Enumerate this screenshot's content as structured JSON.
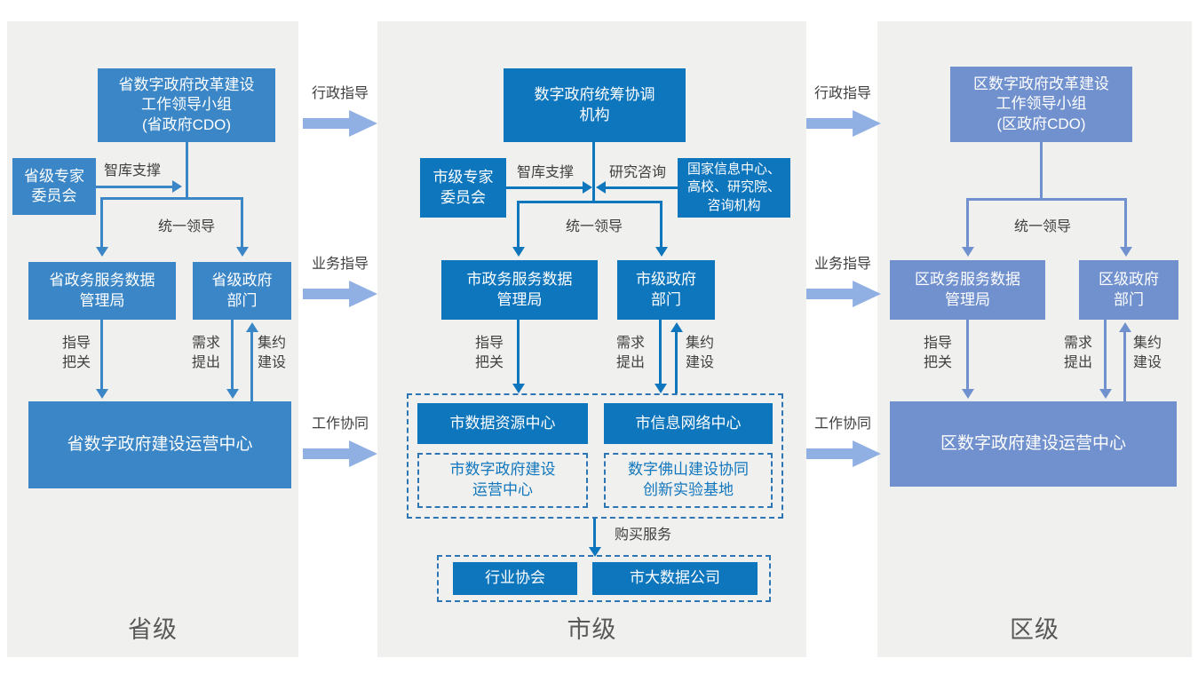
{
  "palette": {
    "mid": "#0E76BD",
    "left": "#3A86C6",
    "right": "#7191CE",
    "gap": "#90B0E4",
    "panel": "#F0F0EE",
    "label": "#404040",
    "bluetext": "#1076BE",
    "dash": "#2E75B6"
  },
  "gap_labels": {
    "admin": "行政指导",
    "business": "业务指导",
    "collab": "工作协同"
  },
  "province": {
    "level_label": "省级",
    "leader": "省数字政府改革建设\n工作领导小组\n(省政府CDO)",
    "expert": "省级专家\n委员会",
    "think_tank": "智库支撑",
    "unified": "统一领导",
    "data_bureau": "省政务服务数据\n管理局",
    "gov_depts": "省级政府\n部门",
    "guide": "指导\n把关",
    "demand": "需求\n提出",
    "intensive": "集约\n建设",
    "ops_center": "省数字政府建设运营中心"
  },
  "city": {
    "level_label": "市级",
    "leader": "数字政府统筹协调\n机构",
    "expert": "市级专家\n委员会",
    "think_tank": "智库支撑",
    "research": "研究咨询",
    "advisors": "国家信息中心、\n高校、研究院、\n咨询机构",
    "unified": "统一领导",
    "data_bureau": "市政务服务数据\n管理局",
    "gov_depts": "市级政府\n部门",
    "guide": "指导\n把关",
    "demand": "需求\n提出",
    "intensive": "集约\n建设",
    "data_center": "市数据资源中心",
    "network_center": "市信息网络中心",
    "ops_center": "市数字政府建设\n运营中心",
    "innovation_base": "数字佛山建设协同\n创新实验基地",
    "purchase": "购买服务",
    "association": "行业协会",
    "bigdata_co": "市大数据公司"
  },
  "district": {
    "level_label": "区级",
    "leader": "区数字政府改革建设\n工作领导小组\n(区政府CDO)",
    "unified": "统一领导",
    "data_bureau": "区政务服务数据\n管理局",
    "gov_depts": "区级政府\n部门",
    "guide": "指导\n把关",
    "demand": "需求\n提出",
    "intensive": "集约\n建设",
    "ops_center": "区数字政府建设运营中心"
  }
}
